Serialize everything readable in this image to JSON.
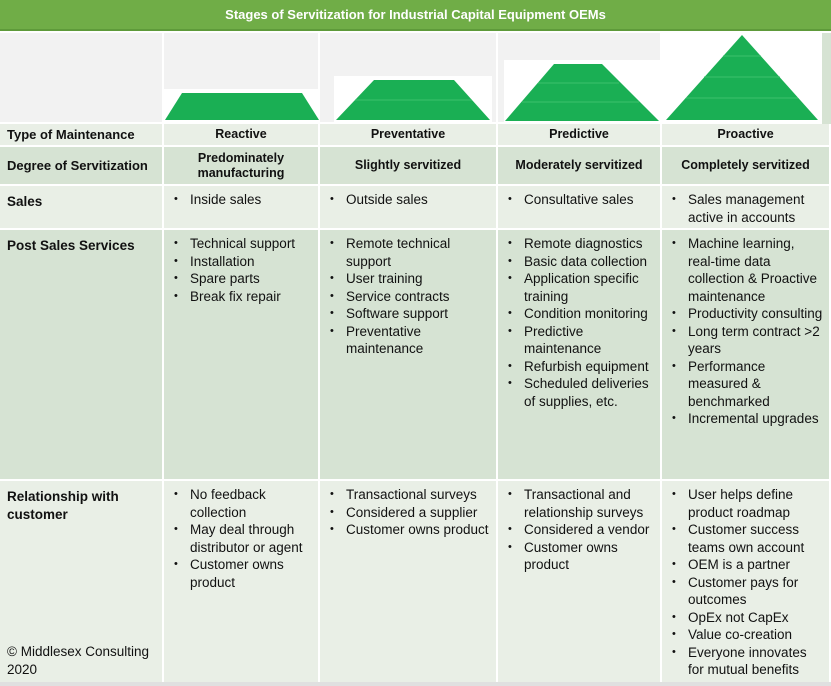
{
  "title": "Stages of Servitization for Industrial Capital Equipment OEMs",
  "colors": {
    "title_bar": "#70ad47",
    "pyramid_fill": "#1aaf54",
    "row_light": "#e9efe6",
    "row_dark": "#d6e3d3",
    "header_gray": "#f2f2f2"
  },
  "pyramids": [
    {
      "stage": "Reactive",
      "layers": 1
    },
    {
      "stage": "Preventative",
      "layers": 2
    },
    {
      "stage": "Predictive",
      "layers": 3
    },
    {
      "stage": "Proactive",
      "layers": 4
    }
  ],
  "rows": {
    "type": {
      "label": "Type of Maintenance",
      "values": [
        "Reactive",
        "Preventative",
        "Predictive",
        "Proactive"
      ]
    },
    "degree": {
      "label": "Degree of Servitization",
      "values": [
        "Predominately manufacturing",
        "Slightly servitized",
        "Moderately servitized",
        "Completely servitized"
      ]
    },
    "sales": {
      "label": "Sales",
      "values": [
        [
          "Inside sales"
        ],
        [
          "Outside sales"
        ],
        [
          "Consultative sales"
        ],
        [
          "Sales management active in accounts"
        ]
      ]
    },
    "post_sales": {
      "label": "Post Sales Services",
      "values": [
        [
          "Technical support",
          "Installation",
          "Spare parts",
          "Break fix repair"
        ],
        [
          "Remote technical support",
          "User training",
          "Service contracts",
          "Software support",
          "Preventative maintenance"
        ],
        [
          "Remote diagnostics",
          "Basic data collection",
          "Application specific training",
          "Condition monitoring",
          "Predictive maintenance",
          "Refurbish equipment",
          "Scheduled deliveries of supplies, etc."
        ],
        [
          "Machine learning, real-time data collection & Proactive maintenance",
          "Productivity consulting",
          "Long term contract >2 years",
          "Performance measured & benchmarked",
          "Incremental upgrades"
        ]
      ]
    },
    "relationship": {
      "label": "Relationship with customer",
      "values": [
        [
          "No feedback collection",
          "May deal through distributor or agent",
          "Customer owns product"
        ],
        [
          "Transactional surveys",
          "Considered a supplier",
          "Customer owns product"
        ],
        [
          "Transactional and relationship surveys",
          "Considered a vendor",
          "Customer owns product"
        ],
        [
          "User helps define product roadmap",
          "Customer success teams own account",
          "OEM is a partner",
          "Customer pays for outcomes",
          "OpEx not CapEx",
          "Value co-creation",
          "Everyone innovates for mutual benefits"
        ]
      ]
    }
  },
  "copyright": "© Middlesex Consulting 2020"
}
